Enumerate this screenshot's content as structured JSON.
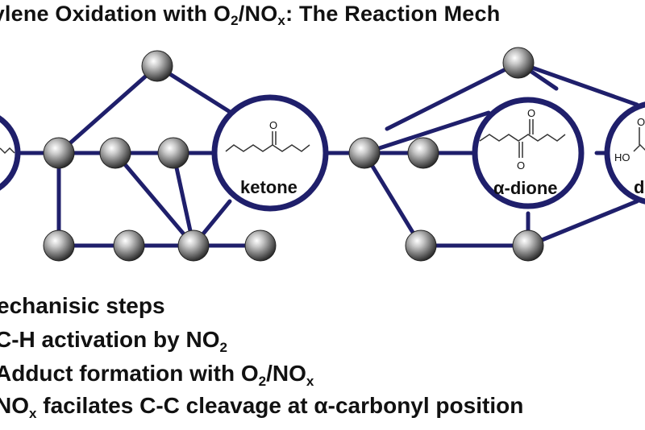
{
  "title": {
    "part1": "hylene Oxidation with O",
    "sub1": "2",
    "part2": "/NO",
    "sub2": "x",
    "part3": ": The Reaction Mech"
  },
  "nodes": {
    "ketone_label": "ketone",
    "dione_label": "α-dione",
    "acid_label": "d",
    "carbonyl_o": "O",
    "acid_ho": "HO",
    "acid_o": "O"
  },
  "steps": {
    "heading": "echanisic steps",
    "step1": {
      "text": "C-H activation by NO",
      "sub": "2"
    },
    "step2": {
      "text": "Adduct formation with O",
      "sub1": "2",
      "mid": "/NO",
      "sub2": "x"
    },
    "step3": {
      "text": "NO",
      "sub": "x",
      "rest": " facilates C-C cleavage at α-carbonyl position"
    }
  },
  "colors": {
    "network_line": "#1f1f6b",
    "node_fill": "#8a8a8a",
    "text": "#111111",
    "background": "#ffffff"
  }
}
